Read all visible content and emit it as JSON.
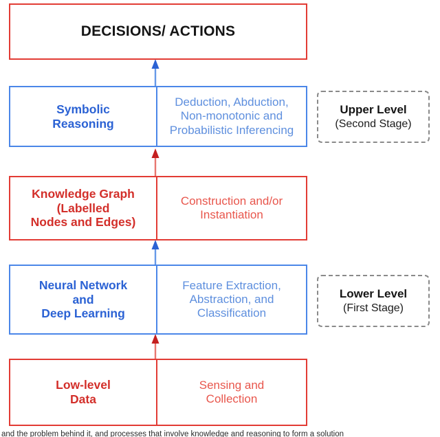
{
  "diagram": {
    "title_box": {
      "label": "DECISIONS/ ACTIONS"
    },
    "rows": [
      {
        "id": "symbolic-reasoning",
        "color": "blue",
        "left": "Symbolic\nReasoning",
        "left_lines": [
          "Symbolic",
          "Reasoning"
        ],
        "right_lines": [
          "Deduction, Abduction,",
          "Non-monotonic and",
          "Probabilistic Inferencing"
        ]
      },
      {
        "id": "knowledge-graph",
        "color": "red",
        "left_lines": [
          "Knowledge Graph",
          "(Labelled",
          "Nodes and Edges)"
        ],
        "right_lines": [
          "Construction and/or",
          "Instantiation"
        ]
      },
      {
        "id": "neural-network",
        "color": "blue",
        "left_lines": [
          "Neural Network",
          "and",
          "Deep Learning"
        ],
        "right_lines": [
          "Feature Extraction,",
          "Abstraction, and",
          "Classification"
        ]
      },
      {
        "id": "low-level-data",
        "color": "red",
        "left_lines": [
          "Low-level",
          "Data"
        ],
        "right_lines": [
          "Sensing and",
          "Collection"
        ]
      }
    ],
    "side_labels": [
      {
        "id": "upper-level",
        "title": "Upper Level",
        "subtitle": "(Second Stage)"
      },
      {
        "id": "lower-level",
        "title": "Lower Level",
        "subtitle": "(First Stage)"
      }
    ],
    "arrows": [
      {
        "id": "arrow-to-decisions",
        "color": "#4A86E8",
        "direction": "up"
      },
      {
        "id": "arrow-to-symbolic",
        "color": "#E23B34",
        "direction": "up"
      },
      {
        "id": "arrow-to-knowledge",
        "color": "#4A86E8",
        "direction": "up"
      },
      {
        "id": "arrow-to-neural",
        "color": "#E23B34",
        "direction": "up"
      }
    ],
    "colors": {
      "red_border": "#E23B34",
      "blue_border": "#4A86E8",
      "red_text_bold": "#D32F2A",
      "red_text_light": "#E8564C",
      "blue_text_bold": "#2B62D4",
      "blue_text_light": "#5E8FDE",
      "dashed_border": "#8A8A8A",
      "title_text": "#151515"
    },
    "caption": {
      "text": "and the problem behind it, and processes that involve knowledge and reasoning to form a solution"
    }
  }
}
